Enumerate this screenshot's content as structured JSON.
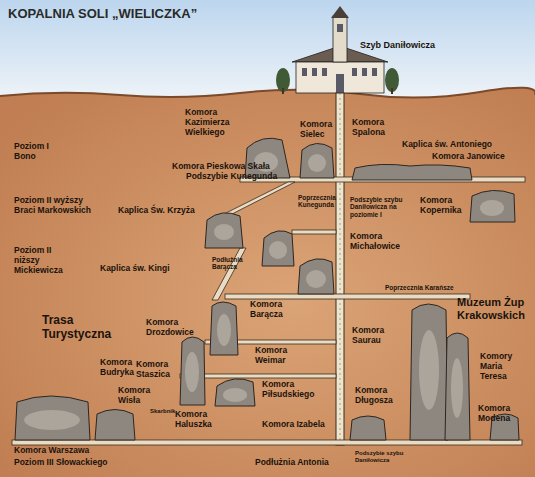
{
  "diagram": {
    "title": "KOPALNIA SOLI „WIELICZKA”",
    "labels": [
      "Szyb Daniłowicza",
      "Poziom I Bono",
      "Komora Kazimierza Wielkiego",
      "Komora Sielec",
      "Komora Spalona",
      "Kaplica św. Antoniego",
      "Komora Janowice",
      "Poziom II wyższy Braci Markowskich",
      "Komora Pieskowa Skała",
      "Podszybie Kunegunda",
      "Kaplica Św. Krzyża",
      "Poprzecznia Kunegunda",
      "Podszybie szybu Daniłowicza na poziomie I",
      "Komora Kopernika",
      "Poziom II niższy Mickiewicza",
      "Komora Michałowice",
      "Kaplica św. Kingi",
      "Podłużnia Barącza",
      "Komora Barącza",
      "Poprzecznia Karańsze",
      "Trasa Turystyczna",
      "Komora Drozdowice",
      "Komora Saurau",
      "Muzeum Żup Krakowskich",
      "Komory Maria Teresa",
      "Komora Budryka",
      "Komora Staszica",
      "Komora Wisła",
      "Skarbnik",
      "Komora Weimar",
      "Komora Piłsudskiego",
      "Komora Długosza",
      "Komora Modena",
      "Komora Warszawa",
      "Komora Haluszka",
      "Komora Izabela",
      "Poziom III Słowackiego",
      "Podłużnia Antonia",
      "Podszybie szybu Daniłowicza"
    ]
  }
}
